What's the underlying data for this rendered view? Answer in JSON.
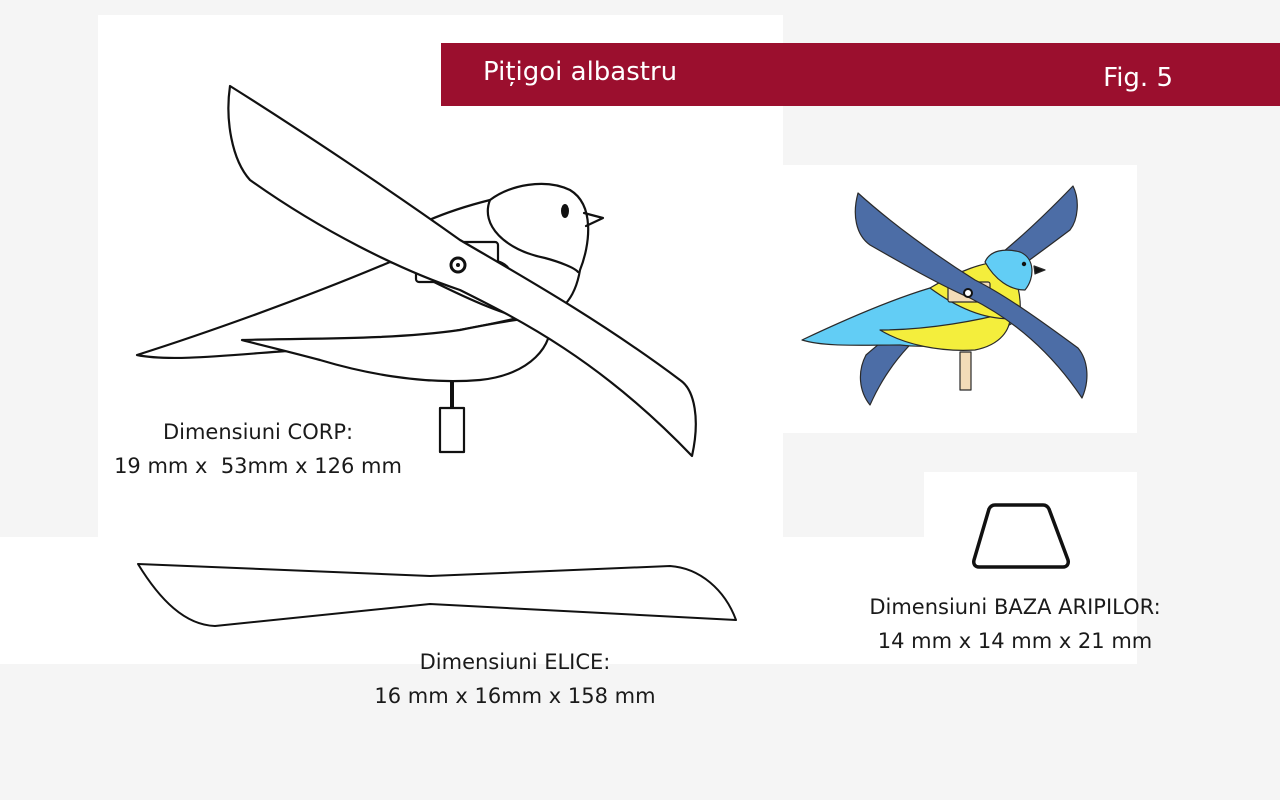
{
  "header": {
    "title": "Pițigoi albastru",
    "figure": "Fig. 5"
  },
  "captions": {
    "body": {
      "label": "Dimensiuni CORP:",
      "value": "19 mm x  53mm x 126 mm"
    },
    "propeller": {
      "label": "Dimensiuni ELICE:",
      "value": "16 mm x 16mm x 158 mm"
    },
    "wing_base": {
      "label": "Dimensiuni BAZA ARIPILOR:",
      "value": "14 mm x 14 mm x 21 mm"
    }
  },
  "colors": {
    "banner": "#9b0f2e",
    "bird_light_blue": "#62cdf5",
    "bird_yellow": "#f4ee3c",
    "bird_dark_blue": "#4c6da6",
    "stick": "#f3dcb8"
  }
}
